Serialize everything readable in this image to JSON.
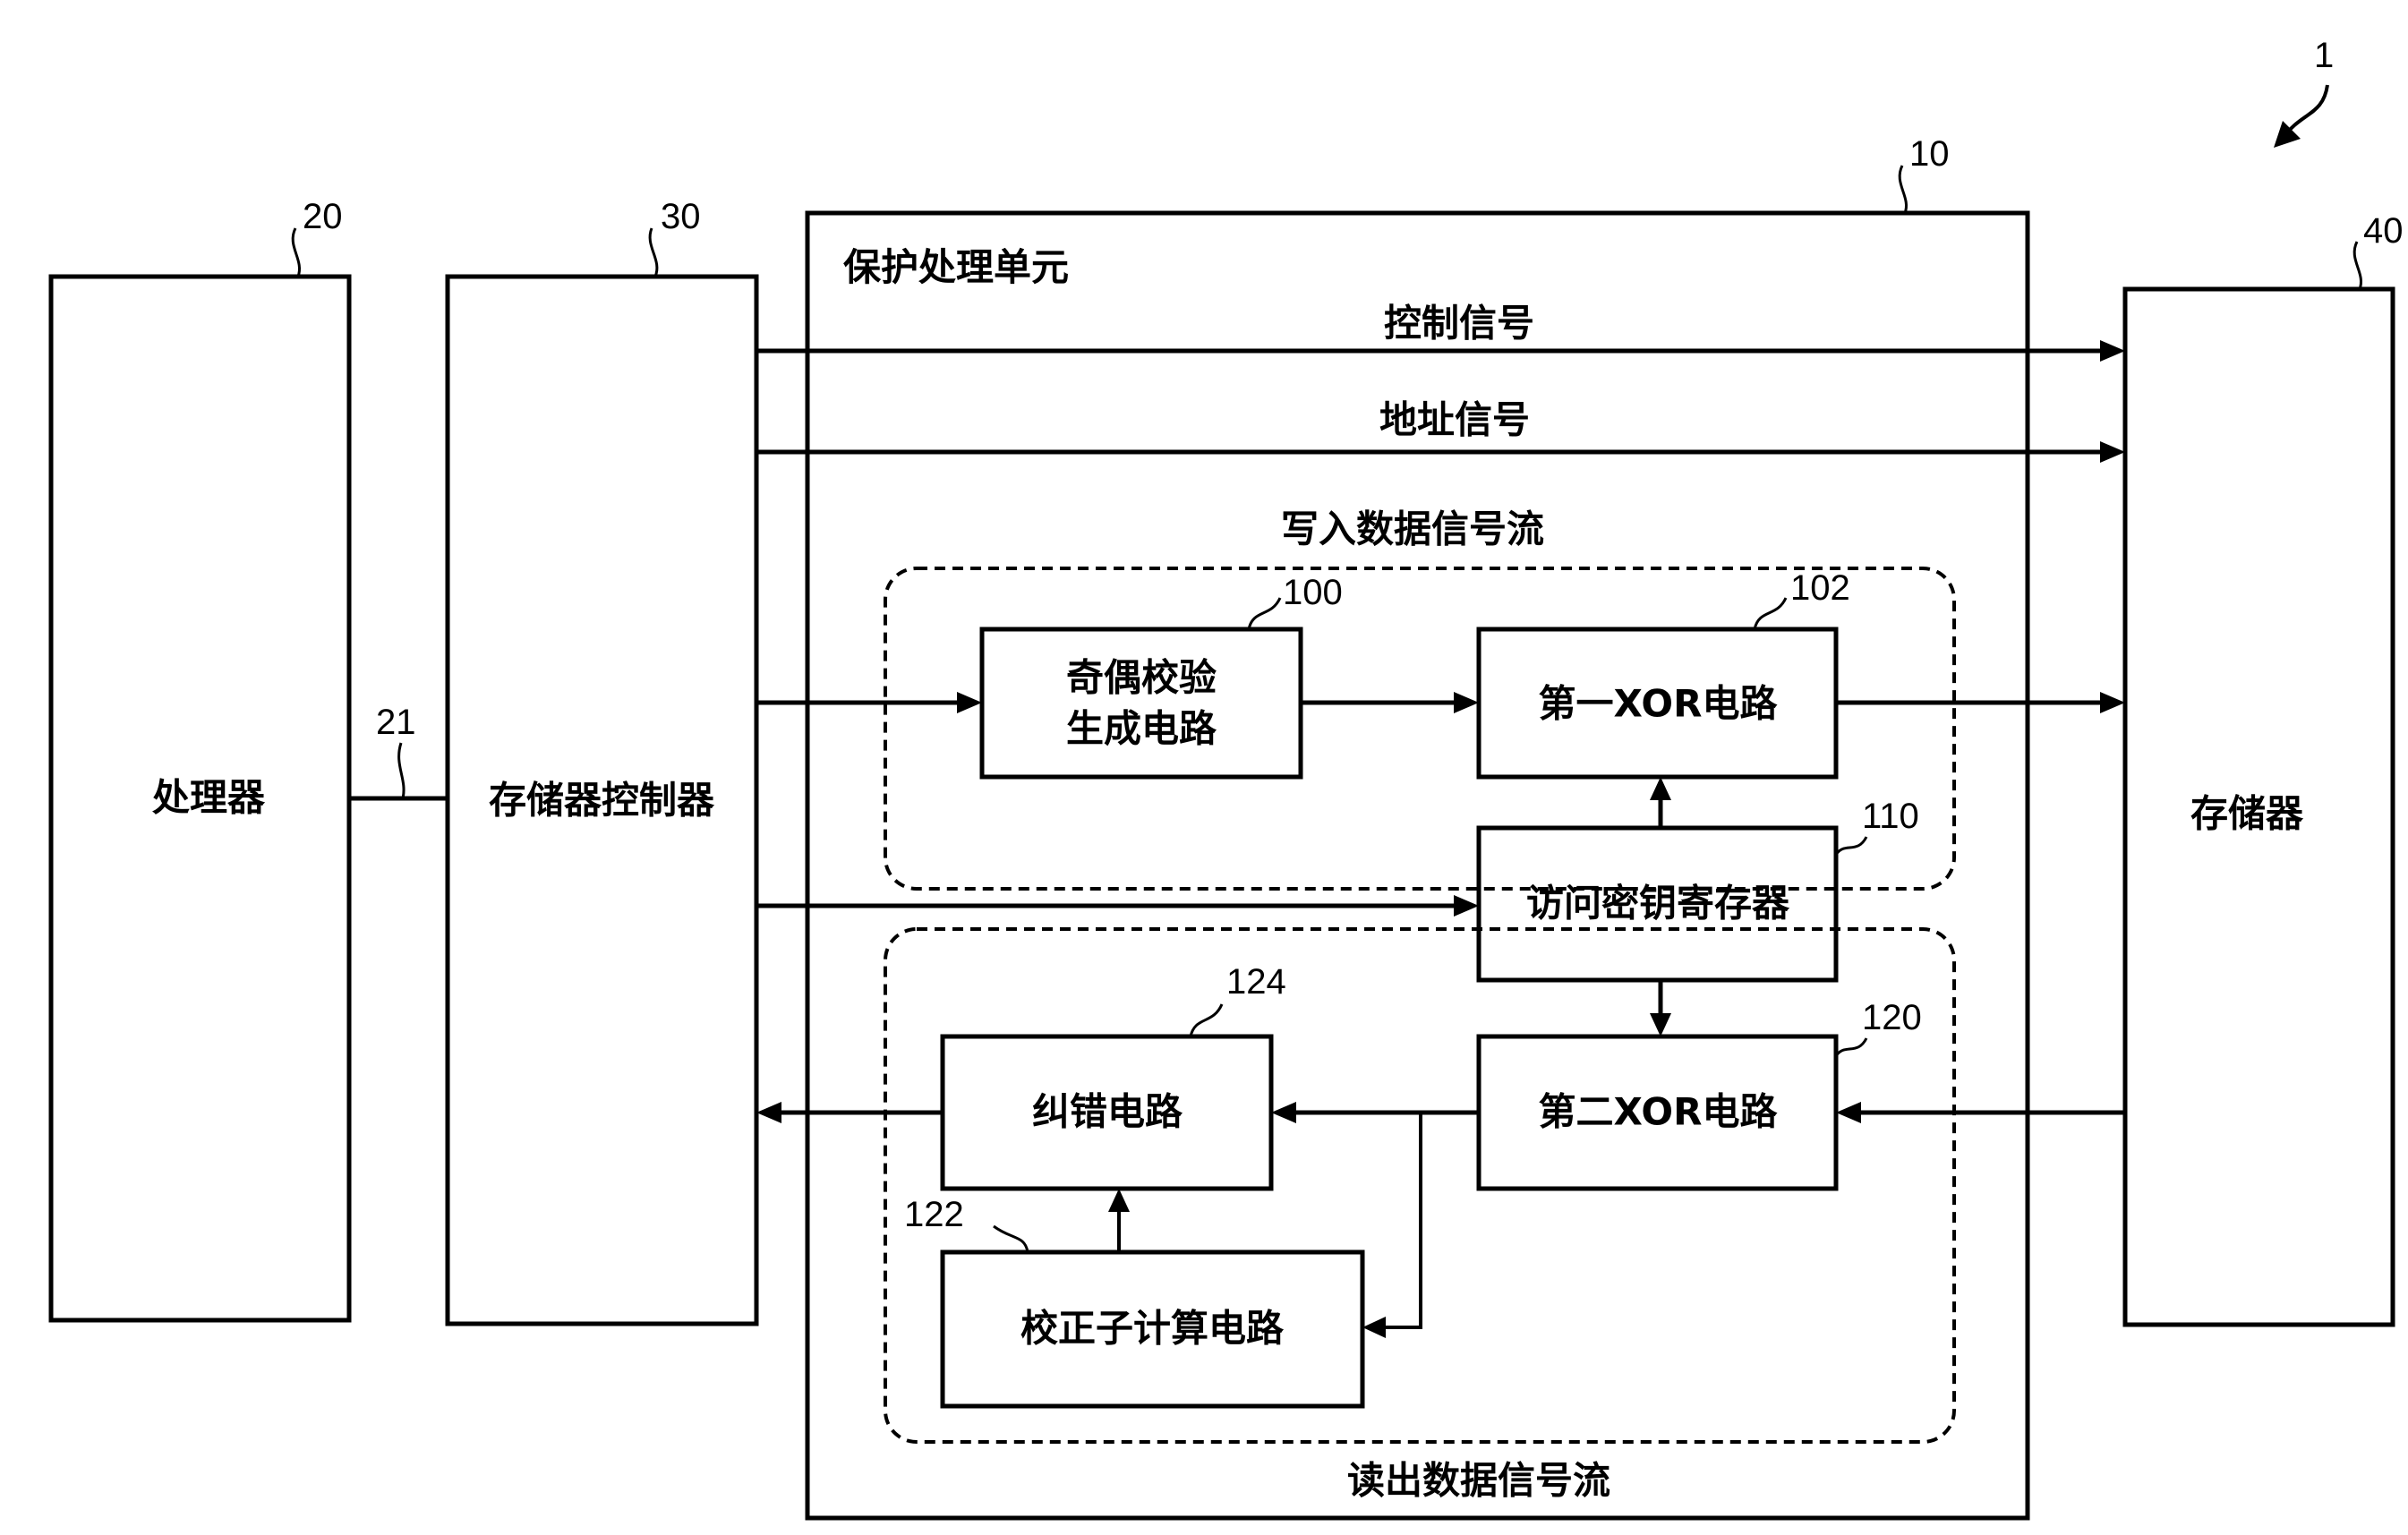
{
  "figure": {
    "system_ref": "1",
    "processor": {
      "ref": "20",
      "label": "处理器"
    },
    "bus": {
      "ref": "21"
    },
    "memory_controller": {
      "ref": "30",
      "label": "存储器控制器"
    },
    "protection_unit": {
      "ref": "10",
      "label": "保护处理单元"
    },
    "memory": {
      "ref": "40",
      "label": "存储器"
    },
    "signals": {
      "control": "控制信号",
      "address": "地址信号",
      "write_flow": "写入数据信号流",
      "read_flow": "读出数据信号流"
    },
    "blocks": {
      "parity_gen": {
        "ref": "100",
        "line1": "奇偶校验",
        "line2": "生成电路"
      },
      "xor1": {
        "ref": "102",
        "label": "第一XOR电路"
      },
      "key_register": {
        "ref": "110",
        "label": "访问密钥寄存器"
      },
      "xor2": {
        "ref": "120",
        "label": "第二XOR电路"
      },
      "syndrome": {
        "ref": "122",
        "label": "校正子计算电路"
      },
      "error_correction": {
        "ref": "124",
        "label": "纠错电路"
      }
    }
  }
}
